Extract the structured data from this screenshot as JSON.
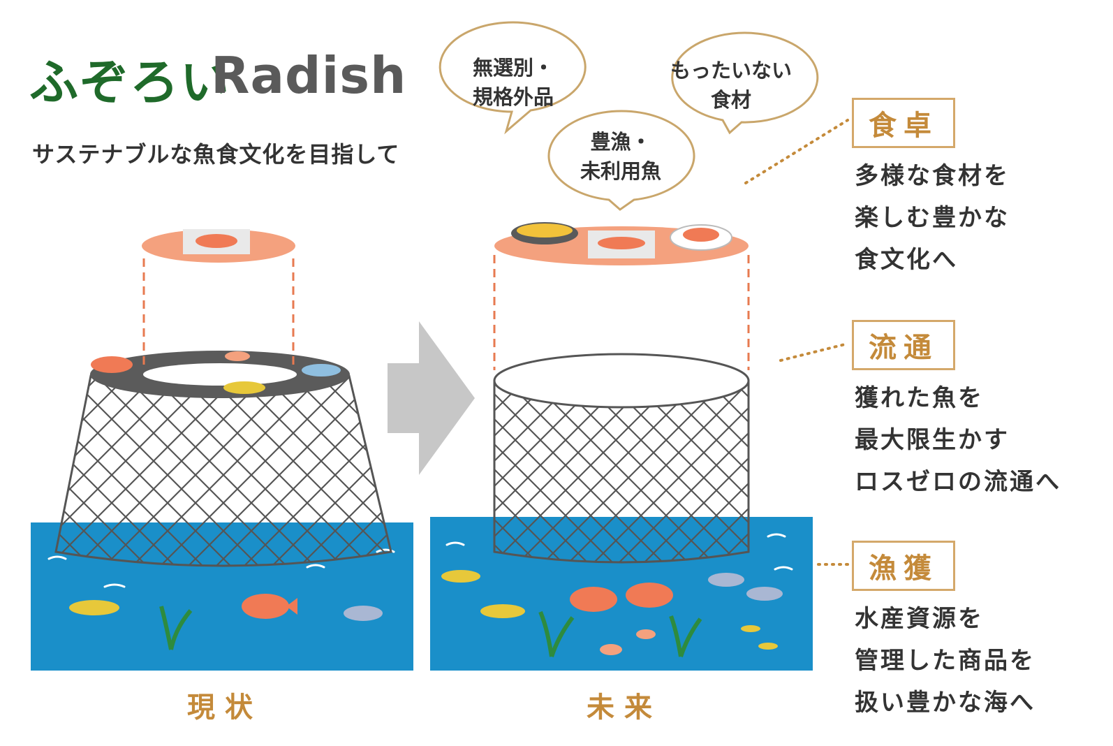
{
  "logo": {
    "jp": "ふぞろい",
    "en": "Radish"
  },
  "subtitle": "サステナブルな魚食文化を目指して",
  "bubbles": [
    {
      "line1": "無選別・",
      "line2": "規格外品"
    },
    {
      "line1": "豊漁・",
      "line2": "未利用魚"
    },
    {
      "line1": "もったいない",
      "line2": "食材"
    }
  ],
  "sections": [
    {
      "label": "食卓",
      "lines": [
        "多様な食材を",
        "楽しむ豊かな",
        "食文化へ"
      ]
    },
    {
      "label": "流通",
      "lines": [
        "獲れた魚を",
        "最大限生かす",
        "ロスゼロの流通へ"
      ]
    },
    {
      "label": "漁獲",
      "lines": [
        "水産資源を",
        "管理した商品を",
        "扱い豊かな海へ"
      ]
    }
  ],
  "captions": {
    "current": "現状",
    "future": "未来"
  },
  "colors": {
    "green": "#1f6a2a",
    "gold": "#c48a3a",
    "sea": "#1a8fc9",
    "salmon": "#f4a17e"
  }
}
